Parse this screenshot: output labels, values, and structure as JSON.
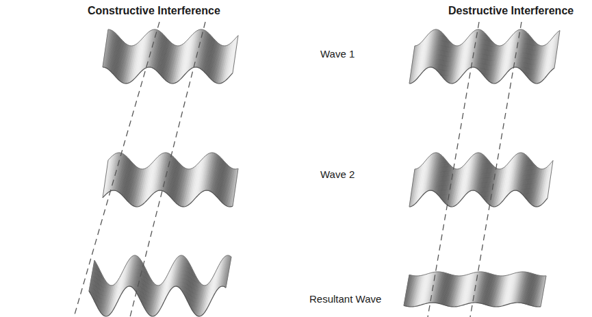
{
  "diagram": {
    "labels": [
      "Constructive Interference",
      "Destructive Interference",
      "Wave 1",
      "Wave 2",
      "Resultant Wave"
    ]
  }
}
